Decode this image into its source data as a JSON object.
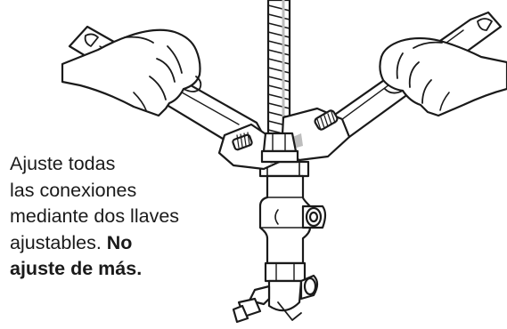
{
  "caption": {
    "line1": "Ajuste todas",
    "line2": "las conexiones",
    "line3": "mediante dos llaves",
    "line4_normal": "ajustables.",
    "line4_bold": "No",
    "line5_bold": "ajuste de más."
  },
  "colors": {
    "ink": "#1a1a1a",
    "wrench_fill": "#ffffff",
    "shadow": "#bdbdbd"
  },
  "icons": [
    "left-wrench-icon",
    "right-wrench-icon",
    "left-hand-icon",
    "right-hand-icon",
    "braided-supply-hose-icon",
    "compression-nut-icon",
    "shutoff-valve-icon"
  ]
}
